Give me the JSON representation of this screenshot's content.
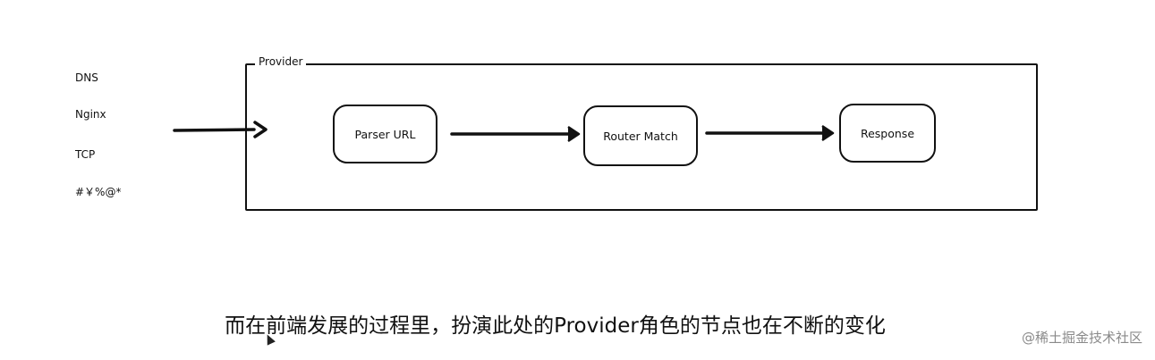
{
  "left_labels": [
    "DNS",
    "Nginx",
    "TCP",
    "#￥%@*"
  ],
  "frame": {
    "title": "Provider"
  },
  "nodes": {
    "parser": "Parser URL",
    "router": "Router Match",
    "response": "Response"
  },
  "subtitle": "而在前端发展的过程里，扮演此处的Provider角色的节点也在不断的变化",
  "watermark": "@稀土掘金技术社区"
}
